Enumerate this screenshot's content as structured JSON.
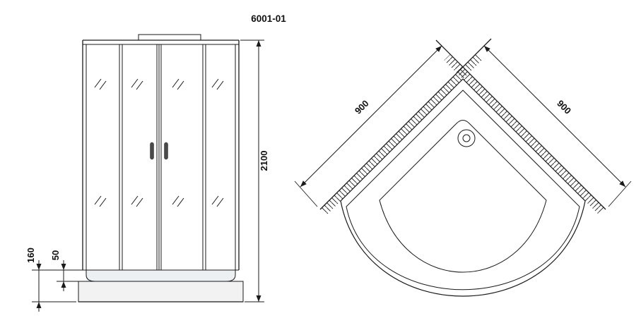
{
  "drawing": {
    "title": "6001-01"
  },
  "front_view": {
    "dim_height": "2100",
    "dim_base_height": "160",
    "dim_tray_lip": "50"
  },
  "plan_view": {
    "dim_side_left": "900",
    "dim_side_right": "900"
  },
  "colors": {
    "line": "#1a1a1a",
    "tray_fill": "#f2f2f2",
    "background": "#ffffff"
  }
}
